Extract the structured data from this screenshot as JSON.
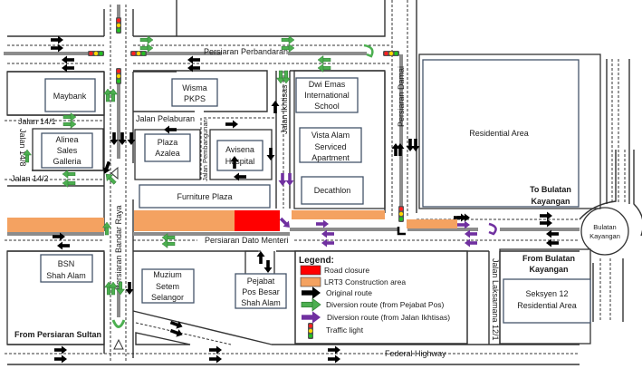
{
  "colors": {
    "road_closure": "#ff0000",
    "lrt3_construction": "#f4a261",
    "original_route": "#000000",
    "diversion_pejabat_pos": "#4caf50",
    "diversion_jalan_ikhtisas": "#7030a0",
    "building_border": "#44546a",
    "median": "#8c8c8c"
  },
  "roads": {
    "persiaran_perbandaran": "Persiaran Perbandaran",
    "jalan_pelaburan": "Jalan Pelaburan",
    "jalan_pembangunan": "Jalan Pembangunan",
    "jalan_ikhtisas": "Jalan Ikhtisas",
    "persiaran_damai": "Persiaran Damai",
    "jalan_14_1": "Jalan 14/1",
    "jalan_14_8": "Jalan 14/8",
    "jalan_14_2": "Jalan 14/2",
    "persiaran_bandar_raya": "Persiaran Bandar Raya",
    "persiaran_dato_menteri": "Persiaran Dato Menteri",
    "jalan_laksamana": "Jalan Laksamana 12/1",
    "federal_highway": "Federal Highway"
  },
  "buildings": {
    "maybank": "Maybank",
    "wisma_pkps": [
      "Wisma",
      "PKPS"
    ],
    "dwi_emas": [
      "Dwi Emas",
      "International",
      "School"
    ],
    "alinea": [
      "Alinea",
      "Sales",
      "Galleria"
    ],
    "plaza_azalea": [
      "Plaza",
      "Azalea"
    ],
    "avisena": [
      "Avisena",
      "Hospital"
    ],
    "vista_alam": [
      "Vista Alam",
      "Serviced",
      "Apartment"
    ],
    "furniture_plaza": "Furniture Plaza",
    "decathlon": "Decathlon",
    "residential": "Residential Area",
    "bsn": [
      "BSN",
      "Shah Alam"
    ],
    "muzium": [
      "Muzium",
      "Setem",
      "Selangor"
    ],
    "pejabat_pos": [
      "Pejabat",
      "Pos Besar",
      "Shah Alam"
    ],
    "seksyen12": [
      "Seksyen 12",
      "Residential Area"
    ],
    "roundabout": [
      "Bulatan",
      "Kayangan"
    ]
  },
  "annotations": {
    "to_bulatan": [
      "To Bulatan",
      "Kayangan"
    ],
    "from_bulatan": [
      "From Bulatan",
      "Kayangan"
    ],
    "from_sultan": "From Persiaran Sultan"
  },
  "legend": {
    "title": "Legend:",
    "items": [
      {
        "label": "Road closure",
        "kind": "swatch",
        "color": "#ff0000"
      },
      {
        "label": "LRT3 Construction area",
        "kind": "swatch",
        "color": "#f4a261"
      },
      {
        "label": "Original route",
        "kind": "arrow",
        "color": "#000000"
      },
      {
        "label": "Diversion route (from Pejabat Pos)",
        "kind": "arrow",
        "color": "#4caf50"
      },
      {
        "label": "Diversion route (from Jalan Ikhtisas)",
        "kind": "arrow",
        "color": "#7030a0"
      },
      {
        "label": "Traffic light",
        "kind": "traffic-light"
      }
    ]
  }
}
